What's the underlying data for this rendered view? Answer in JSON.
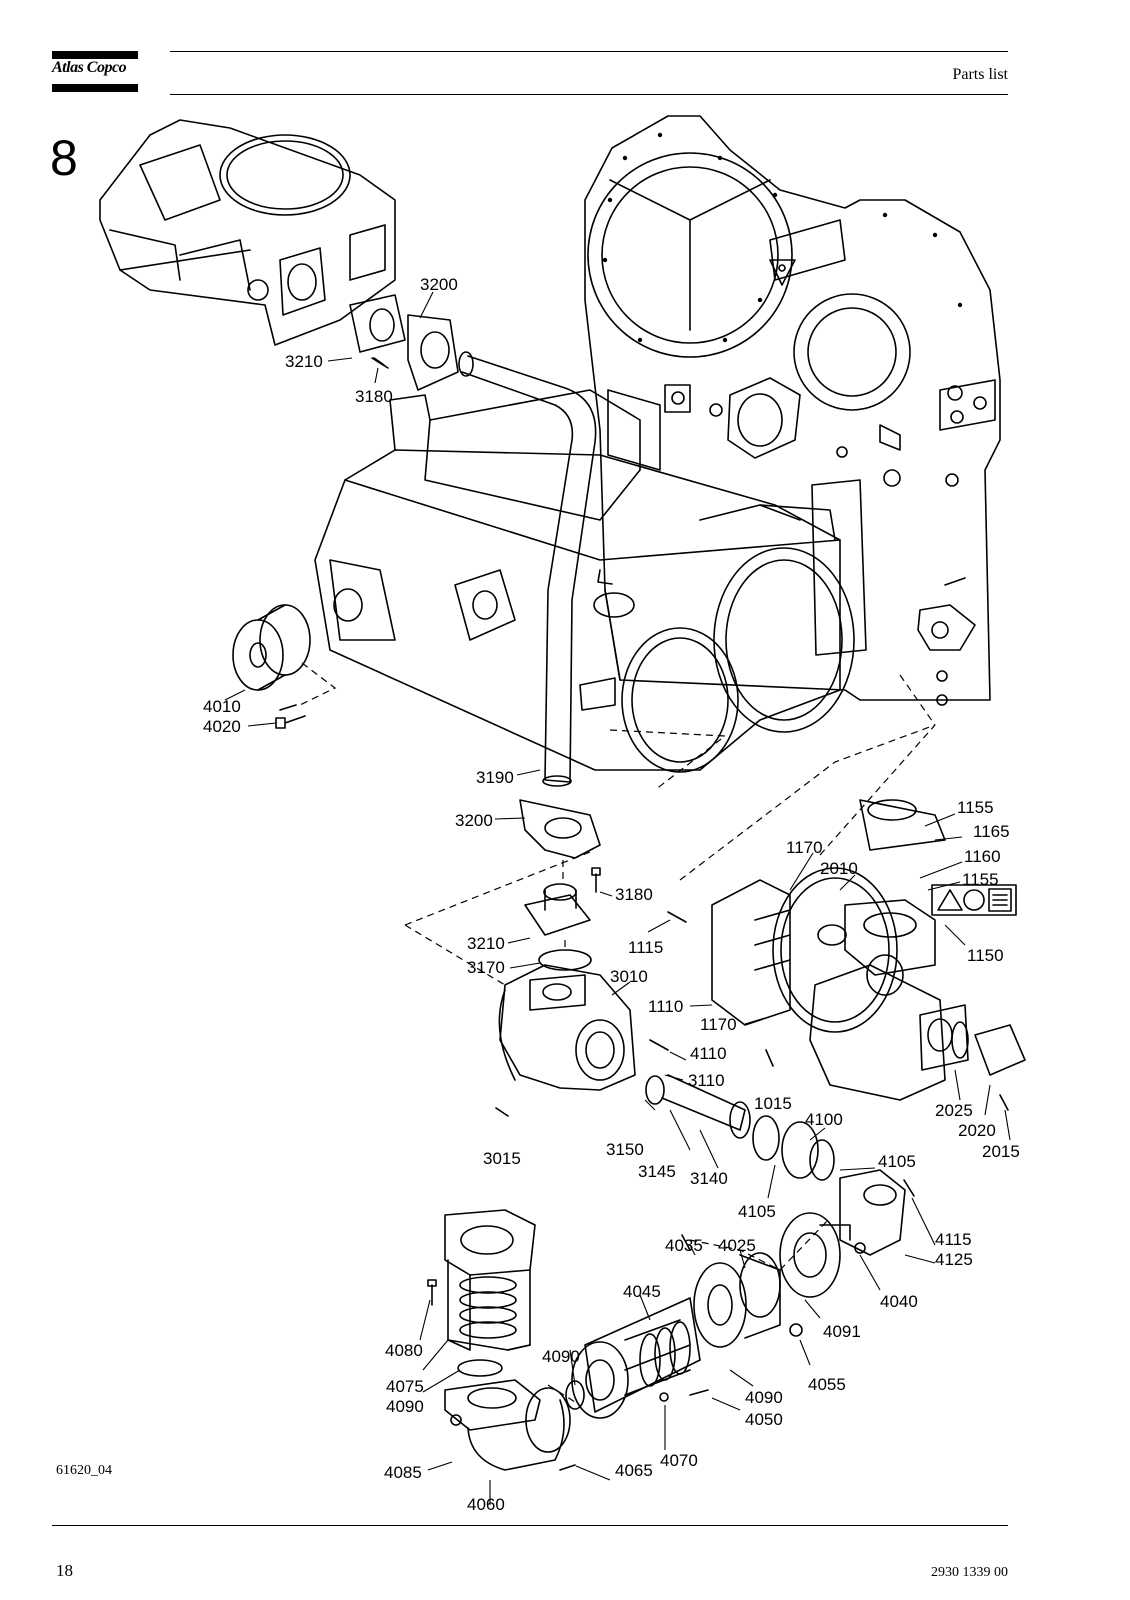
{
  "header": {
    "logo_text": "Atlas Copco",
    "section_title": "Parts list"
  },
  "section_number": "8",
  "figure_code": "61620_04",
  "footer": {
    "page_number": "18",
    "document_number": "2930 1339 00"
  },
  "callouts": [
    {
      "id": "c3200a",
      "text": "3200"
    },
    {
      "id": "c3210a",
      "text": "3210"
    },
    {
      "id": "c3180a",
      "text": "3180"
    },
    {
      "id": "c4010",
      "text": "4010"
    },
    {
      "id": "c4020",
      "text": "4020"
    },
    {
      "id": "c3190",
      "text": "3190"
    },
    {
      "id": "c3200b",
      "text": "3200"
    },
    {
      "id": "c3180b",
      "text": "3180"
    },
    {
      "id": "c3210b",
      "text": "3210"
    },
    {
      "id": "c3170",
      "text": "3170"
    },
    {
      "id": "c3010",
      "text": "3010"
    },
    {
      "id": "c1115",
      "text": "1115"
    },
    {
      "id": "c1110",
      "text": "1110"
    },
    {
      "id": "c1170a",
      "text": "1170"
    },
    {
      "id": "c1170b",
      "text": "1170"
    },
    {
      "id": "c2010",
      "text": "2010"
    },
    {
      "id": "c1155a",
      "text": "1155"
    },
    {
      "id": "c1165",
      "text": "1165"
    },
    {
      "id": "c1160",
      "text": "1160"
    },
    {
      "id": "c1155b",
      "text": "1155"
    },
    {
      "id": "c1150",
      "text": "1150"
    },
    {
      "id": "c4110",
      "text": "4110"
    },
    {
      "id": "c3110",
      "text": "3110"
    },
    {
      "id": "c1015",
      "text": "1015"
    },
    {
      "id": "c3015",
      "text": "3015"
    },
    {
      "id": "c3150",
      "text": "3150"
    },
    {
      "id": "c3145",
      "text": "3145"
    },
    {
      "id": "c3140",
      "text": "3140"
    },
    {
      "id": "c4100",
      "text": "4100"
    },
    {
      "id": "c4105a",
      "text": "4105"
    },
    {
      "id": "c4105b",
      "text": "4105"
    },
    {
      "id": "c2025",
      "text": "2025"
    },
    {
      "id": "c2020",
      "text": "2020"
    },
    {
      "id": "c2015",
      "text": "2015"
    },
    {
      "id": "c4115",
      "text": "4115"
    },
    {
      "id": "c4125",
      "text": "4125"
    },
    {
      "id": "c4040",
      "text": "4040"
    },
    {
      "id": "c4035",
      "text": "4035"
    },
    {
      "id": "c4025",
      "text": "4025"
    },
    {
      "id": "c4045",
      "text": "4045"
    },
    {
      "id": "c4091",
      "text": "4091"
    },
    {
      "id": "c4080",
      "text": "4080"
    },
    {
      "id": "c4090a",
      "text": "4090"
    },
    {
      "id": "c4090b",
      "text": "4090"
    },
    {
      "id": "c4090c",
      "text": "4090"
    },
    {
      "id": "c4075",
      "text": "4075"
    },
    {
      "id": "c4055",
      "text": "4055"
    },
    {
      "id": "c4050",
      "text": "4050"
    },
    {
      "id": "c4085",
      "text": "4085"
    },
    {
      "id": "c4065",
      "text": "4065"
    },
    {
      "id": "c4070",
      "text": "4070"
    },
    {
      "id": "c4060",
      "text": "4060"
    }
  ]
}
